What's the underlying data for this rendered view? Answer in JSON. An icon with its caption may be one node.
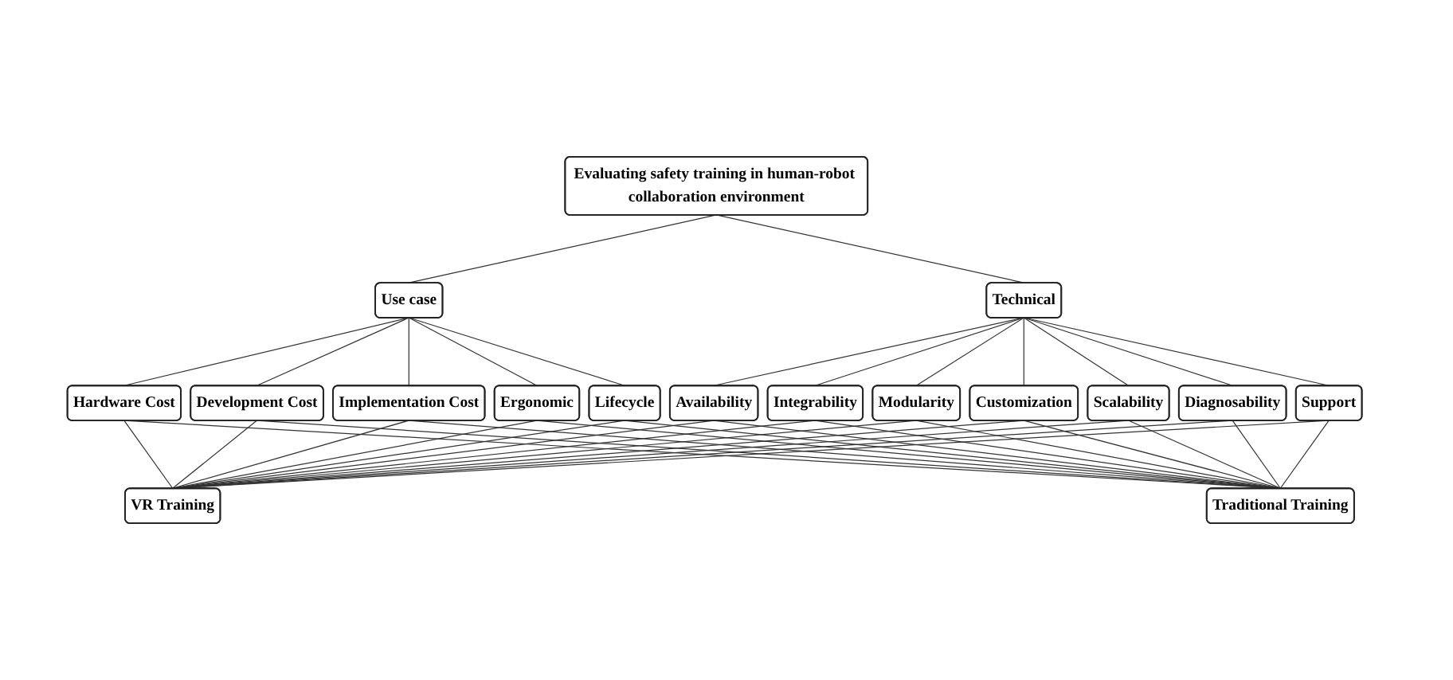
{
  "diagram": {
    "nodes": [
      {
        "text": [
          "Evaluating safety training in human-robot collaboration environment"
        ]
      },
      {
        "text": [
          "Use case"
        ]
      },
      {
        "text": [
          "Technical"
        ]
      },
      {
        "text": [
          "Hardware Cost"
        ]
      },
      {
        "text": [
          "Development Cost"
        ]
      },
      {
        "text": [
          "Implementation Cost"
        ]
      },
      {
        "text": [
          "Ergonomic"
        ]
      },
      {
        "text": [
          "Lifecycle"
        ]
      },
      {
        "text": [
          "Availability"
        ]
      },
      {
        "text": [
          "Integrability"
        ]
      },
      {
        "text": [
          "Modularity"
        ]
      },
      {
        "text": [
          "Customization"
        ]
      },
      {
        "text": [
          "Scalability"
        ]
      },
      {
        "text": [
          "Diagnosability"
        ]
      },
      {
        "text": [
          "Support"
        ]
      },
      {
        "text": [
          "VR Training"
        ]
      },
      {
        "text": [
          "Traditional Training"
        ]
      }
    ],
    "edges": [
      {
        "from": 0,
        "to": 1,
        "arrow": "none"
      },
      {
        "from": 0,
        "to": 2,
        "arrow": "none"
      },
      {
        "from": 1,
        "to": 3,
        "arrow": "none"
      },
      {
        "from": 1,
        "to": 4,
        "arrow": "none"
      },
      {
        "from": 1,
        "to": 5,
        "arrow": "none"
      },
      {
        "from": 1,
        "to": 6,
        "arrow": "none"
      },
      {
        "from": 1,
        "to": 7,
        "arrow": "none"
      },
      {
        "from": 2,
        "to": 8,
        "arrow": "none"
      },
      {
        "from": 2,
        "to": 9,
        "arrow": "none"
      },
      {
        "from": 2,
        "to": 10,
        "arrow": "none"
      },
      {
        "from": 2,
        "to": 11,
        "arrow": "none"
      },
      {
        "from": 2,
        "to": 12,
        "arrow": "none"
      },
      {
        "from": 2,
        "to": 13,
        "arrow": "none"
      },
      {
        "from": 2,
        "to": 14,
        "arrow": "none"
      },
      {
        "from": 3,
        "to": 15,
        "arrow": "none"
      },
      {
        "from": 3,
        "to": 16,
        "arrow": "none"
      },
      {
        "from": 4,
        "to": 15,
        "arrow": "none"
      },
      {
        "from": 4,
        "to": 16,
        "arrow": "none"
      },
      {
        "from": 5,
        "to": 15,
        "arrow": "none"
      },
      {
        "from": 5,
        "to": 16,
        "arrow": "none"
      },
      {
        "from": 6,
        "to": 15,
        "arrow": "none"
      },
      {
        "from": 6,
        "to": 16,
        "arrow": "none"
      },
      {
        "from": 7,
        "to": 15,
        "arrow": "none"
      },
      {
        "from": 7,
        "to": 16,
        "arrow": "none"
      },
      {
        "from": 8,
        "to": 15,
        "arrow": "none"
      },
      {
        "from": 8,
        "to": 16,
        "arrow": "none"
      },
      {
        "from": 9,
        "to": 15,
        "arrow": "none"
      },
      {
        "from": 9,
        "to": 16,
        "arrow": "none"
      },
      {
        "from": 10,
        "to": 15,
        "arrow": "none"
      },
      {
        "from": 10,
        "to": 16,
        "arrow": "none"
      },
      {
        "from": 11,
        "to": 15,
        "arrow": "none"
      },
      {
        "from": 11,
        "to": 16,
        "arrow": "none"
      },
      {
        "from": 12,
        "to": 15,
        "arrow": "none"
      },
      {
        "from": 12,
        "to": 16,
        "arrow": "none"
      },
      {
        "from": 13,
        "to": 15,
        "arrow": "none"
      },
      {
        "from": 13,
        "to": 16,
        "arrow": "none"
      },
      {
        "from": 14,
        "to": 15,
        "arrow": "none"
      },
      {
        "from": 14,
        "to": 16,
        "arrow": "none"
      }
    ]
  }
}
